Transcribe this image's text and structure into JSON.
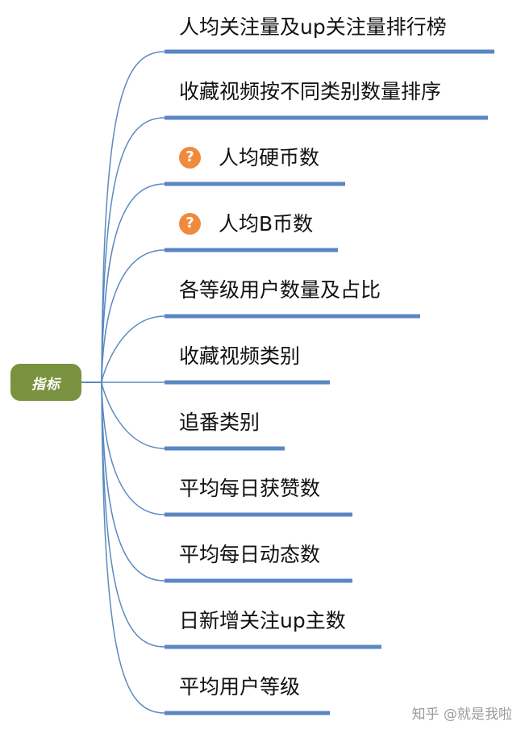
{
  "root": {
    "label": "指标"
  },
  "branches": [
    {
      "label": "人均关注量及up关注量排行榜",
      "has_icon": false
    },
    {
      "label": "收藏视频按不同类别数量排序",
      "has_icon": false
    },
    {
      "label": "人均硬币数",
      "has_icon": true
    },
    {
      "label": "人均B币数",
      "has_icon": true
    },
    {
      "label": "各等级用户数量及占比",
      "has_icon": false
    },
    {
      "label": "收藏视频类别",
      "has_icon": false
    },
    {
      "label": "追番类别",
      "has_icon": false
    },
    {
      "label": "平均每日获赞数",
      "has_icon": false
    },
    {
      "label": "平均每日动态数",
      "has_icon": false
    },
    {
      "label": "日新增关注up主数",
      "has_icon": false
    },
    {
      "label": "平均用户等级",
      "has_icon": false
    }
  ],
  "icon": {
    "name": "question-icon",
    "glyph": "?",
    "color": "#f08a3c"
  },
  "colors": {
    "root_fill": "#7a9240",
    "connector": "#5b8ac0",
    "underline": "#5a87c2"
  },
  "watermark": "知乎 @就是我啦"
}
